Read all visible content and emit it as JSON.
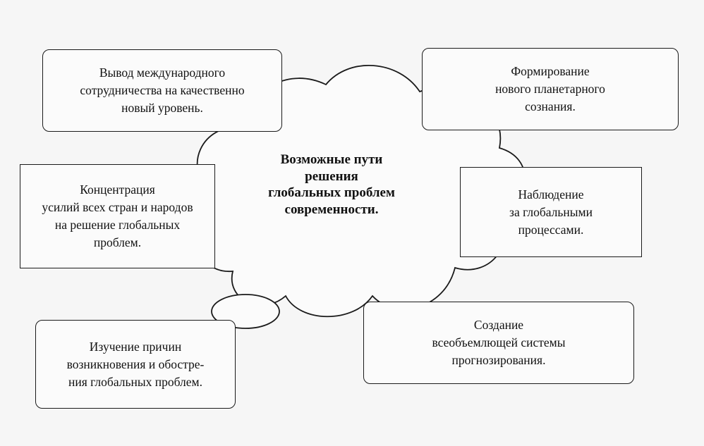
{
  "center": {
    "title": "Возможные пути\nрешения\nглобальных проблем\nсовременности."
  },
  "boxes": {
    "top_left": "Вывод международного\nсотрудничества на качественно\nновый уровень.",
    "top_right": "Формирование\nнового планетарного\nсознания.",
    "mid_left": "Концентрация\nусилий всех стран и народов\nна решение глобальных\nпроблем.",
    "mid_right": "Наблюдение\nза глобальными\nпроцессами.",
    "bottom_left": "Изучение причин\nвозникновения и обостре-\nния глобальных проблем.",
    "bottom_right": "Создание\nвсеобъемлющей системы\nпрогнозирования."
  }
}
